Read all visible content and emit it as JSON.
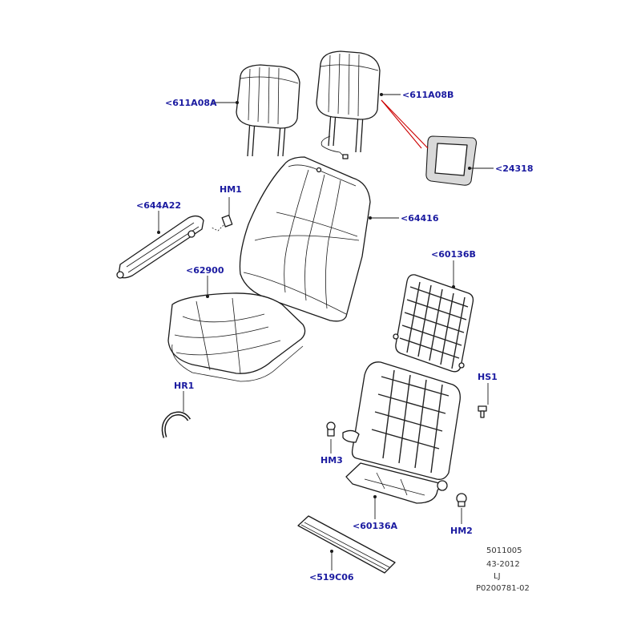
{
  "colors": {
    "callout_text": "#1a1aa0",
    "meta_text": "#333333",
    "leader_red": "#cc0000",
    "line": "#1a1a1a"
  },
  "callouts": {
    "headrest_left": "<611A08A",
    "headrest_right": "<611A08B",
    "headrest_trim": "<24318",
    "backrest_cover": "<64416",
    "armrest": "<644A22",
    "hm1": "HM1",
    "cushion_cover": "<62900",
    "back_frame": "<60136B",
    "hs1": "HS1",
    "hr1": "HR1",
    "hm3": "HM3",
    "cushion_frame": "<60136A",
    "hm2": "HM2",
    "trim_panel": "<519C06"
  },
  "meta": {
    "line1": "5011005",
    "line2": "43-2012",
    "line3": "LJ",
    "line4": "P0200781-02"
  }
}
